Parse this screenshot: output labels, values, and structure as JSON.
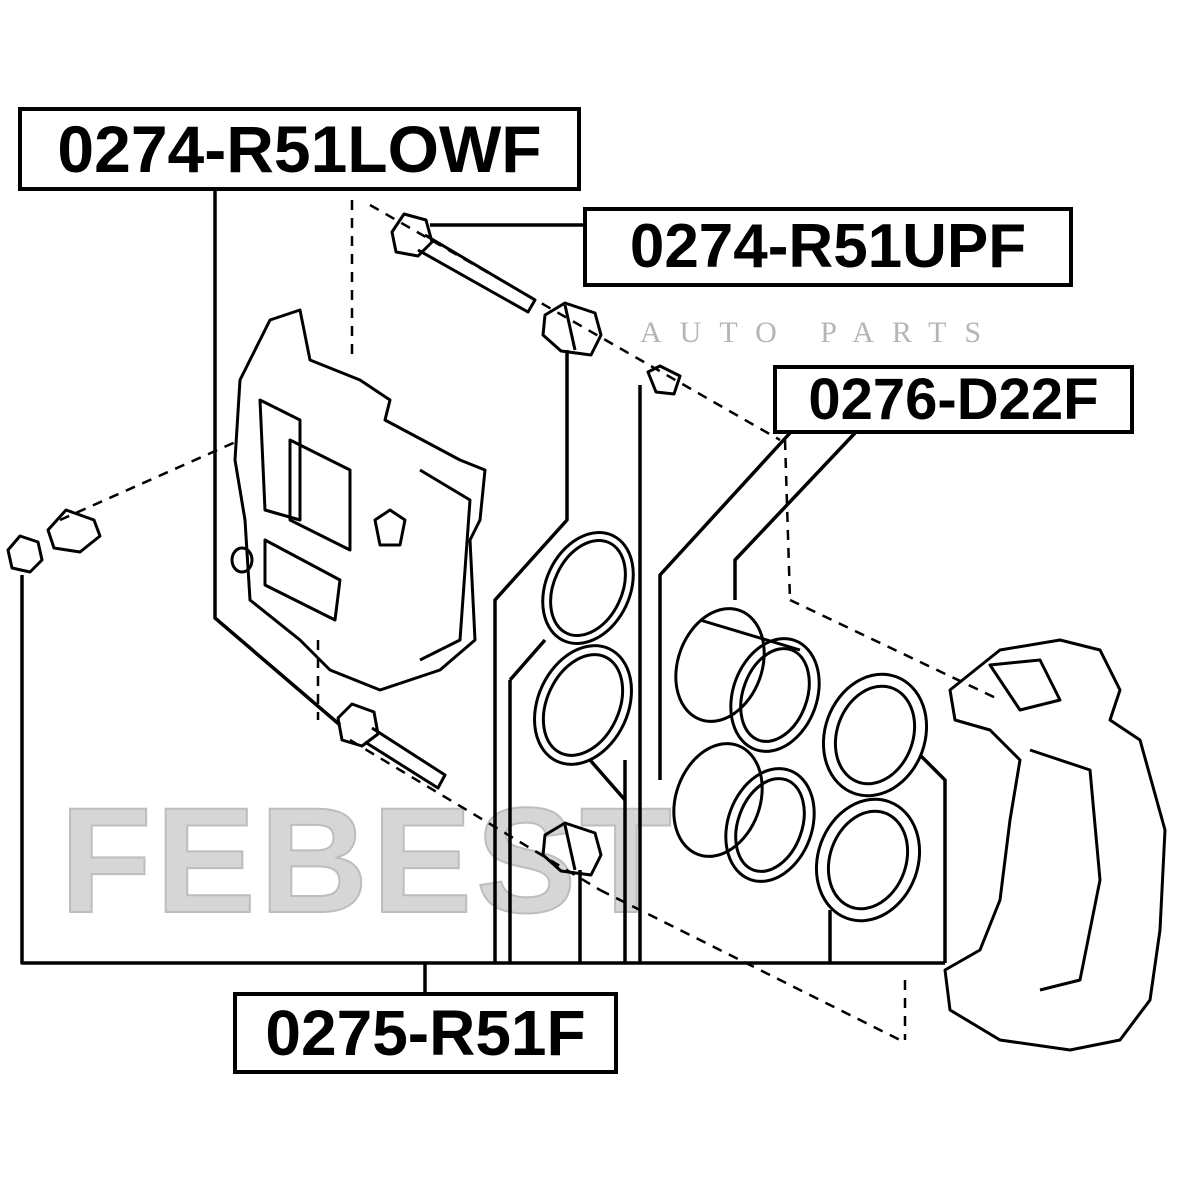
{
  "watermark": {
    "brand": "FEBEST",
    "subtitle": "AUTO PARTS"
  },
  "labels": {
    "lower_pin": "0274-R51LOWF",
    "upper_pin": "0274-R51UPF",
    "piston": "0276-D22F",
    "repair_kit": "0275-R51F"
  }
}
